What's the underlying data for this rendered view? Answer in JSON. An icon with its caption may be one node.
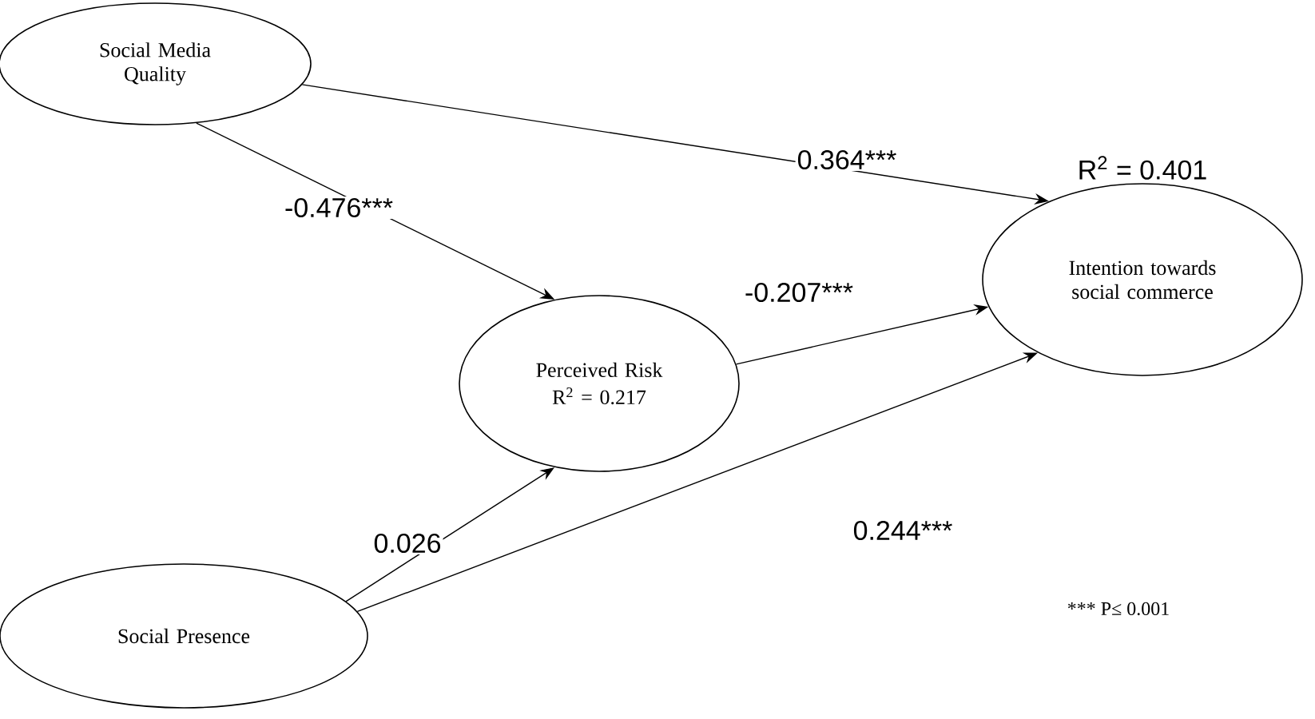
{
  "diagram": {
    "nodes": [
      {
        "text": [
          "Social Media Quality"
        ]
      },
      {
        "text": [
          "Perceived Risk",
          "R$^{2}$ = 0.217"
        ]
      },
      {
        "text": [
          "Intention towards social commerce"
        ],
        "beside": [
          "R$^{2}$ = 0.401"
        ]
      },
      {
        "text": [
          "Social Presence"
        ]
      }
    ],
    "edges": [
      {
        "from": 0,
        "to": 2,
        "arrow": "to",
        "label": "0.364***"
      },
      {
        "from": 0,
        "to": 1,
        "arrow": "to",
        "label": "-0.476***"
      },
      {
        "from": 1,
        "to": 2,
        "arrow": "to",
        "label": "-0.207***"
      },
      {
        "from": 3,
        "to": 1,
        "arrow": "to",
        "label": "0.026"
      },
      {
        "from": 3,
        "to": 2,
        "arrow": "to",
        "label": "0.244***"
      }
    ],
    "labels": [
      "*** P≤ 0.001"
    ]
  }
}
